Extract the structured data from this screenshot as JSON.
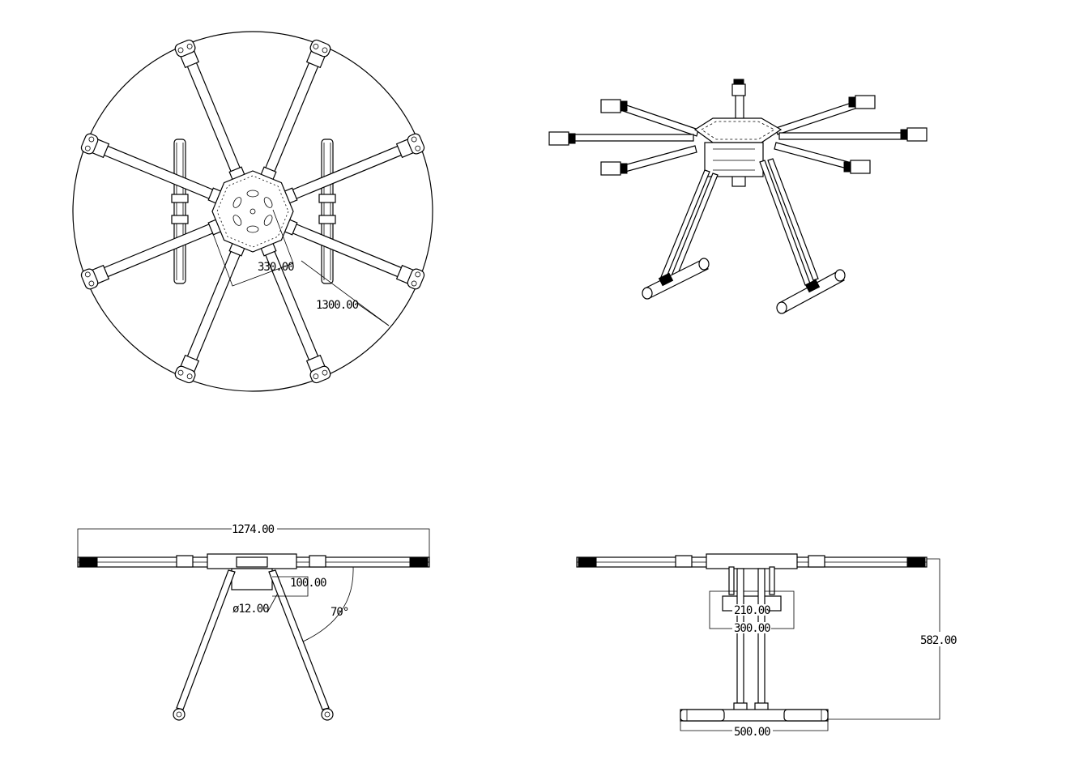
{
  "dimensions": {
    "top_view_plate": "330.00",
    "top_view_span": "1300.00",
    "front_view_width": "1274.00",
    "front_view_box": "100.00",
    "front_view_tube": "ø12.00",
    "front_view_angle": "70°",
    "side_view_inner": "210.00",
    "side_view_outer": "300.00",
    "side_view_height": "582.00",
    "side_view_skid": "500.00"
  }
}
